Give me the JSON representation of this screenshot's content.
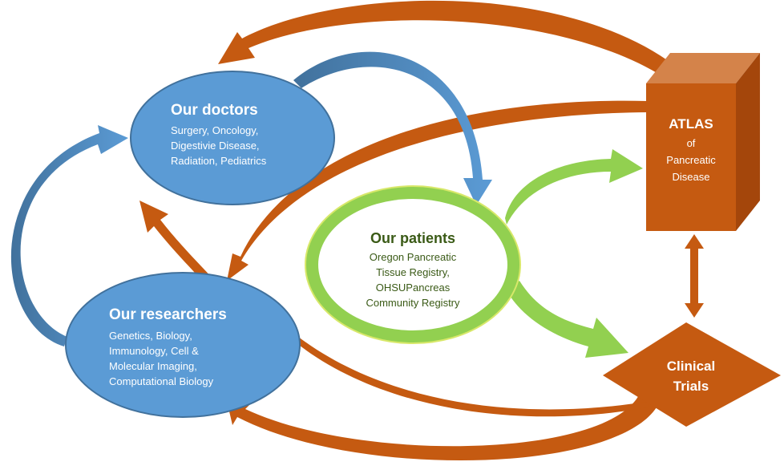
{
  "doctors": {
    "title": "Our doctors",
    "lines": [
      "Surgery, Oncology,",
      "Digestivie Disease,",
      "Radiation, Pediatrics"
    ]
  },
  "researchers": {
    "title": "Our researchers",
    "lines": [
      "Genetics, Biology,",
      "Immunology, Cell &",
      "Molecular Imaging,",
      "Computational Biology"
    ]
  },
  "patients": {
    "title": "Our patients",
    "lines": [
      "Oregon Pancreatic",
      "Tissue Registry,",
      "OHSUPancreas",
      "Community Registry"
    ]
  },
  "atlas": {
    "title": "ATLAS",
    "lines": [
      "of",
      "Pancreatic",
      "Disease"
    ]
  },
  "trials": {
    "lines": [
      "Clinical",
      "Trials"
    ]
  },
  "colors": {
    "blue_node": "#5b9bd5",
    "blue_arrow": "#5b9bd5",
    "orange": "#c55a11",
    "green": "#92d050",
    "green_dark": "#70ad47"
  }
}
